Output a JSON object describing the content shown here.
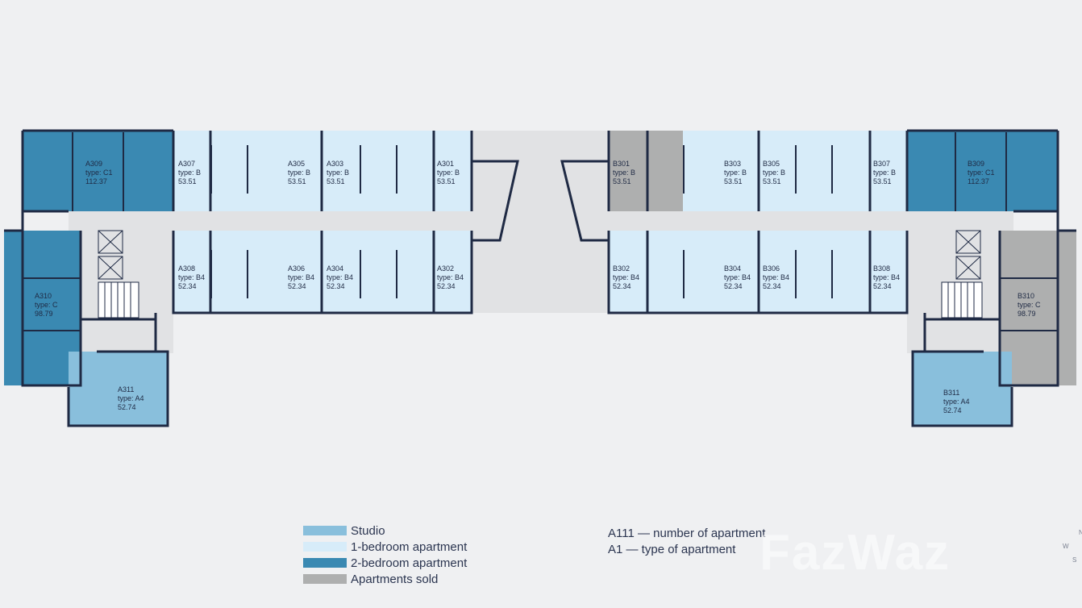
{
  "colors": {
    "studio": "#89bfdc",
    "one_bedroom": "#d7ecf9",
    "two_bedroom": "#3a89b2",
    "sold": "#aeafaf",
    "corridor": "#e1e2e4",
    "wall": "#1f2a44"
  },
  "units": [
    {
      "id": "A309",
      "type": "type: C1",
      "area": "112.37",
      "kind": "two_bedroom"
    },
    {
      "id": "A307",
      "type": "type: B",
      "area": "53.51",
      "kind": "one_bedroom"
    },
    {
      "id": "A305",
      "type": "type: B",
      "area": "53.51",
      "kind": "one_bedroom"
    },
    {
      "id": "A303",
      "type": "type: B",
      "area": "53.51",
      "kind": "one_bedroom"
    },
    {
      "id": "A301",
      "type": "type: B",
      "area": "53.51",
      "kind": "one_bedroom"
    },
    {
      "id": "A308",
      "type": "type: B4",
      "area": "52.34",
      "kind": "one_bedroom"
    },
    {
      "id": "A306",
      "type": "type: B4",
      "area": "52.34",
      "kind": "one_bedroom"
    },
    {
      "id": "A304",
      "type": "type: B4",
      "area": "52.34",
      "kind": "one_bedroom"
    },
    {
      "id": "A302",
      "type": "type: B4",
      "area": "52.34",
      "kind": "one_bedroom"
    },
    {
      "id": "A310",
      "type": "type: C",
      "area": "98.79",
      "kind": "two_bedroom"
    },
    {
      "id": "A311",
      "type": "type: A4",
      "area": "52.74",
      "kind": "studio"
    },
    {
      "id": "B301",
      "type": "type: B",
      "area": "53.51",
      "kind": "sold"
    },
    {
      "id": "B303",
      "type": "type: B",
      "area": "53.51",
      "kind": "one_bedroom"
    },
    {
      "id": "B305",
      "type": "type: B",
      "area": "53.51",
      "kind": "one_bedroom"
    },
    {
      "id": "B307",
      "type": "type: B",
      "area": "53.51",
      "kind": "one_bedroom"
    },
    {
      "id": "B309",
      "type": "type: C1",
      "area": "112.37",
      "kind": "two_bedroom"
    },
    {
      "id": "B302",
      "type": "type: B4",
      "area": "52.34",
      "kind": "one_bedroom"
    },
    {
      "id": "B304",
      "type": "type: B4",
      "area": "52.34",
      "kind": "one_bedroom"
    },
    {
      "id": "B306",
      "type": "type: B4",
      "area": "52.34",
      "kind": "one_bedroom"
    },
    {
      "id": "B308",
      "type": "type: B4",
      "area": "52.34",
      "kind": "one_bedroom"
    },
    {
      "id": "B310",
      "type": "type: C",
      "area": "98.79",
      "kind": "sold"
    },
    {
      "id": "B311",
      "type": "type: A4",
      "area": "52.74",
      "kind": "studio"
    }
  ],
  "legend": [
    {
      "label": "Studio",
      "color": "#89bfdc"
    },
    {
      "label": "1-bedroom apartment",
      "color": "#d7ecf9"
    },
    {
      "label": "2-bedroom apartment",
      "color": "#3a89b2"
    },
    {
      "label": "Apartments sold",
      "color": "#aeafaf"
    }
  ],
  "keynotes": {
    "number": "A111 — number of apartment",
    "type": "A1 — type of apartment"
  },
  "watermark": "FazWaz",
  "compass": {
    "n": "N",
    "w": "W",
    "s": "S"
  }
}
